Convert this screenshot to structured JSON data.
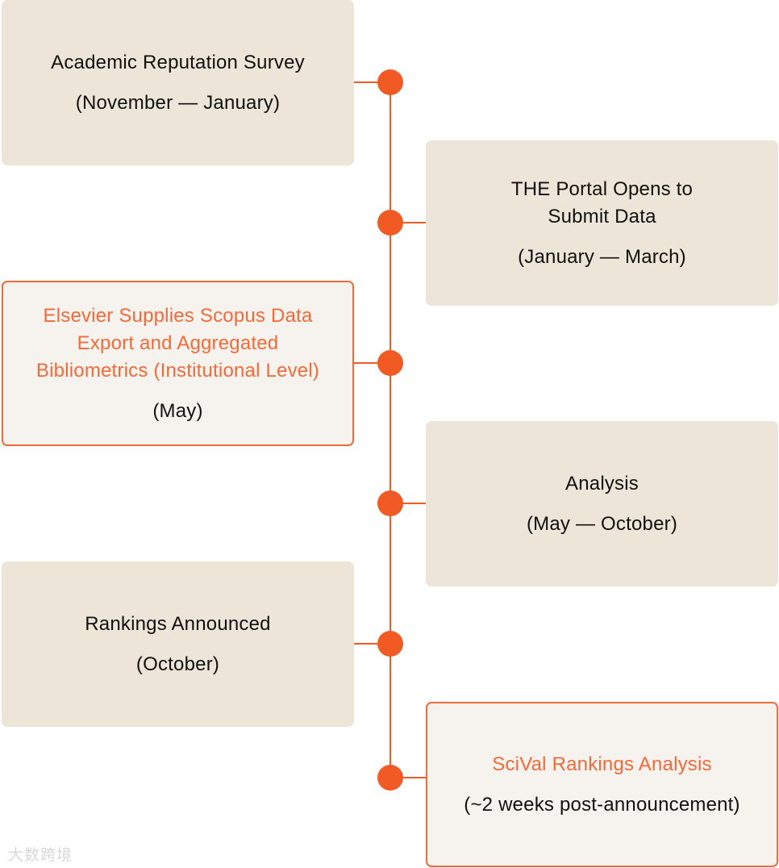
{
  "colors": {
    "accent": "#f15a24",
    "card_bg": "#ede5d7",
    "highlight_bg": "#f6f2ed",
    "highlight_text": "#f26a3a",
    "text": "#111111"
  },
  "events": [
    {
      "title": "Academic Reputation Survey",
      "date": "(November — January)",
      "highlight": false
    },
    {
      "title": "THE Portal Opens to\nSubmit Data",
      "date": "(January — March)",
      "highlight": false
    },
    {
      "title": "Elsevier Supplies Scopus Data\nExport and Aggregated\nBibliometrics (Institutional Level)",
      "date": "(May)",
      "highlight": true
    },
    {
      "title": "Analysis",
      "date": "(May — October)",
      "highlight": false
    },
    {
      "title": "Rankings Announced",
      "date": "(October)",
      "highlight": false
    },
    {
      "title": "SciVal Rankings Analysis",
      "date": "(~2 weeks post-announcement)",
      "highlight": true
    }
  ],
  "watermark": "大数跨境"
}
